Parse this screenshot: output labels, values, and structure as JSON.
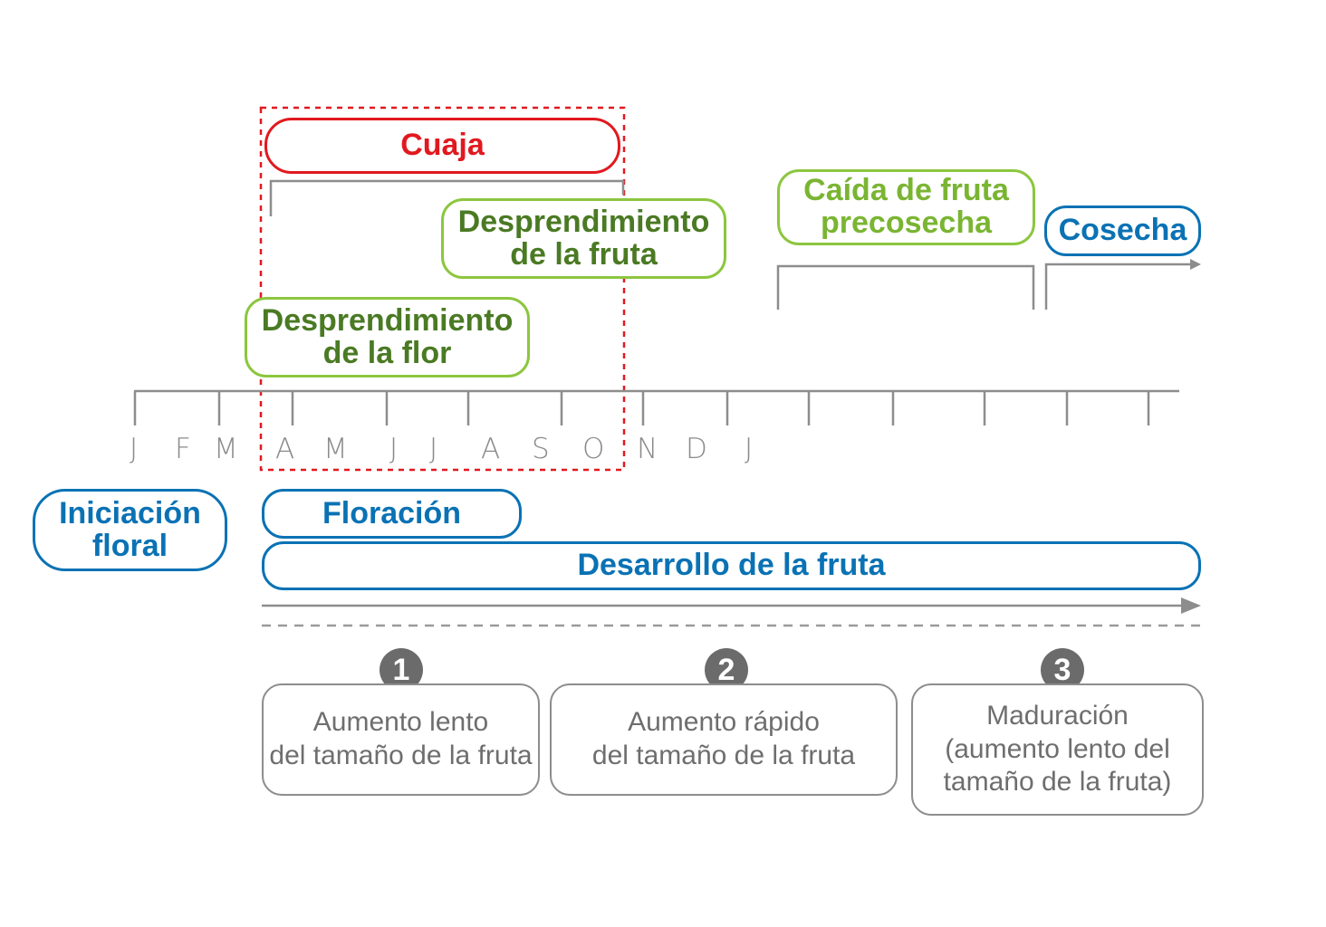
{
  "phases_above": {
    "cuaja": "Cuaja",
    "desprendimiento_fruta": [
      "Desprendimiento",
      "de la fruta"
    ],
    "desprendimiento_flor": [
      "Desprendimiento",
      "de la flor"
    ],
    "caida_fruta": [
      "Caída de fruta",
      "precosecha"
    ],
    "cosecha": "Cosecha"
  },
  "months": [
    "J",
    "F",
    "M",
    "A",
    "M",
    "J",
    "J",
    "A",
    "S",
    "O",
    "N",
    "D",
    "J"
  ],
  "phases_below": {
    "iniciacion": [
      "Iniciación",
      "floral"
    ],
    "floracion": "Floración",
    "desarrollo": "Desarrollo de la fruta"
  },
  "stages": [
    {
      "number": "1",
      "lines": [
        "Aumento lento",
        "del tamaño de la fruta"
      ]
    },
    {
      "number": "2",
      "lines": [
        "Aumento rápido",
        "del tamaño de la fruta"
      ]
    },
    {
      "number": "3",
      "lines": [
        "Maduración",
        "(aumento lento del",
        "tamaño de la fruta)"
      ]
    }
  ],
  "colors": {
    "red": "#e1191f",
    "dark_green": "#4a7a23",
    "light_green": "#7ab532",
    "blue": "#0a72b4",
    "grey": "#8d8d8d"
  }
}
